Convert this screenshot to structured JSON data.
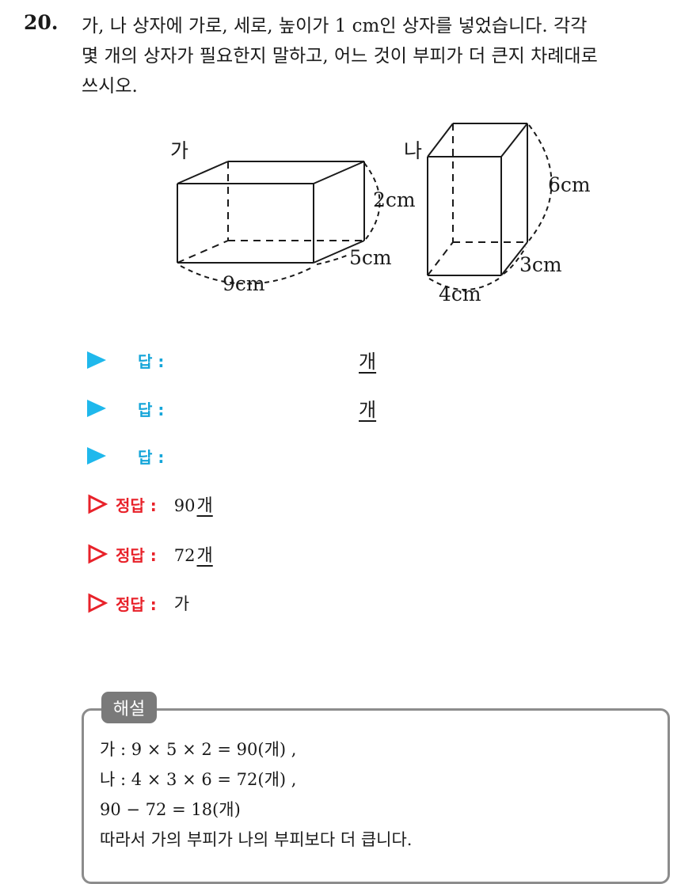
{
  "question": {
    "number": "20.",
    "lines": [
      "가, 나 상자에 가로, 세로, 높이가 1 cm인 상자를 넣었습니다. 각각",
      "몇 개의 상자가 필요한지 말하고, 어느 것이 부피가 더 큰지 차례대로",
      "쓰시오."
    ]
  },
  "figure": {
    "box_ga": {
      "label": "가",
      "width": "9cm",
      "depth": "5cm",
      "height": "2cm"
    },
    "box_na": {
      "label": "나",
      "width": "4cm",
      "depth": "3cm",
      "height": "6cm"
    }
  },
  "answers": [
    {
      "label": "답 :",
      "unit": "개"
    },
    {
      "label": "답 :",
      "unit": "개"
    },
    {
      "label": "답 :",
      "unit": ""
    }
  ],
  "correct": [
    {
      "label": "정답 :",
      "value": "90",
      "unit": "개"
    },
    {
      "label": "정답 :",
      "value": "72",
      "unit": "개"
    },
    {
      "label": "정답 :",
      "value": "가",
      "unit": ""
    }
  ],
  "solution": {
    "tag": "해설",
    "lines": [
      "가 : 9 × 5 × 2 = 90(개) ,",
      "나 : 4 × 3 × 6 = 72(개) ,",
      "90 − 72 = 18(개)",
      "따라서 가의 부피가 나의 부피보다 더 큽니다."
    ]
  }
}
